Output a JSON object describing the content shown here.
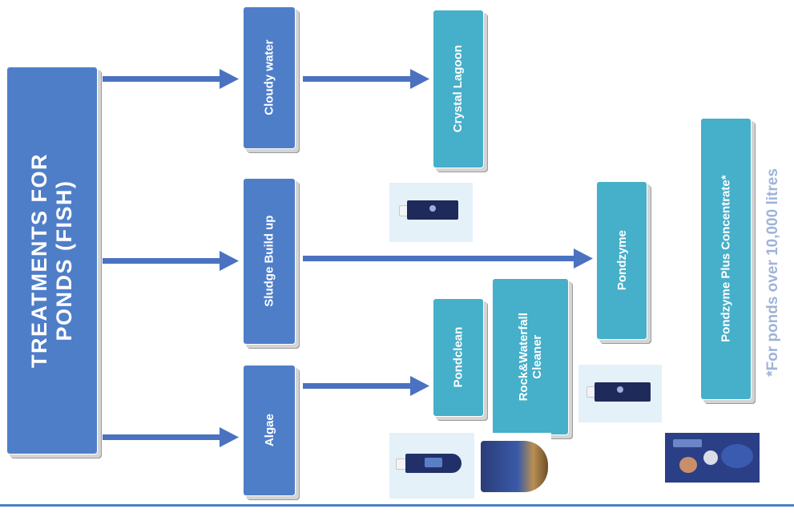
{
  "title": "TREATMENTS FOR\nPONDS (FISH)",
  "problems": {
    "cloudy": "Cloudy water",
    "sludge": "Sludge Build up",
    "algae": "Algae"
  },
  "treatments": {
    "crystal_lagoon": "Crystal Lagoon",
    "pondzyme": "Pondzyme",
    "pondclean": "Pondclean",
    "rock_waterfall": "Rock&Waterfall\nCleaner",
    "pondzyme_plus": "Pondzyme Plus Concentrate*"
  },
  "footnote": "*For ponds over 10,000 litres",
  "colors": {
    "blue": "#4f7ec9",
    "teal": "#46afc9",
    "arrow": "#4a72c0",
    "footnote": "#9fb3d8"
  }
}
